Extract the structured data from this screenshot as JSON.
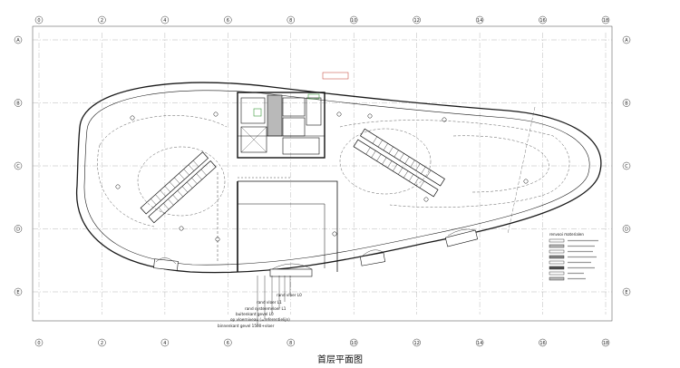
{
  "grid": {
    "columns": [
      "0",
      "2",
      "4",
      "6",
      "8",
      "10",
      "12",
      "14",
      "16",
      "18"
    ],
    "rows": [
      "A",
      "B",
      "C",
      "D",
      "E"
    ]
  },
  "notes": [
    "rand vloer L0",
    "rand vloer L1",
    "rand systeemvloer L1",
    "buitenkant gevel L0",
    "op vloerniveau (=referentielijn)",
    "binnenkant gevel 1500+vloer"
  ],
  "legend": {
    "title": "renvooi materialen"
  },
  "caption": "首层平面图",
  "colors": {
    "line": "#1a1a1a",
    "accent_green": "#3a9a3a",
    "accent_red": "#c0392b"
  }
}
